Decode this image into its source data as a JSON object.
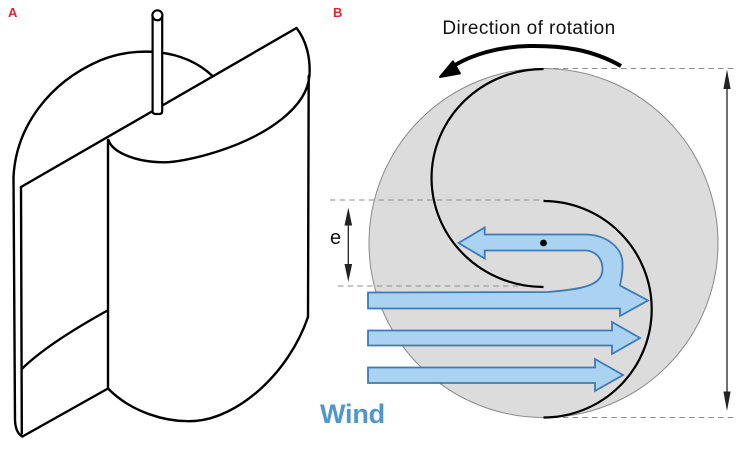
{
  "panel_a": {
    "label": "A"
  },
  "panel_b": {
    "label": "B",
    "rotation_caption": "Direction of rotation",
    "eccentricity_label": "e",
    "wind_label": "Wind"
  },
  "colors": {
    "label_red": "#e3242b",
    "ink": "#000000",
    "rotor_gray": "#dcdcdc",
    "circle_edge": "#8a8a8a",
    "dash_gray": "#8c8c8c",
    "wind_arrow_fill": "#aad3f2",
    "wind_arrow_stroke": "#3d7ab8",
    "wind_text_blue": "#4f97d3"
  }
}
